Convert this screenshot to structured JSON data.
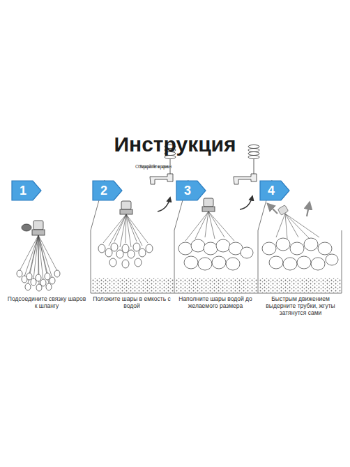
{
  "diagram": {
    "title": "Инструкция",
    "nodes": [
      {
        "text": [
          "1"
        ]
      },
      {
        "text": [
          "2"
        ]
      },
      {
        "text": [
          "3"
        ]
      },
      {
        "text": [
          "4"
        ]
      }
    ],
    "labels": [
      "Подсоедините связку шаров к шлангу",
      "Откройте кран",
      "Положите шары в емкость с водой",
      "Закройте кран",
      "Наполните шары водой до желаемого размера",
      "Быстрым движением выдерните трубки, жгуты затянутся сами"
    ]
  }
}
